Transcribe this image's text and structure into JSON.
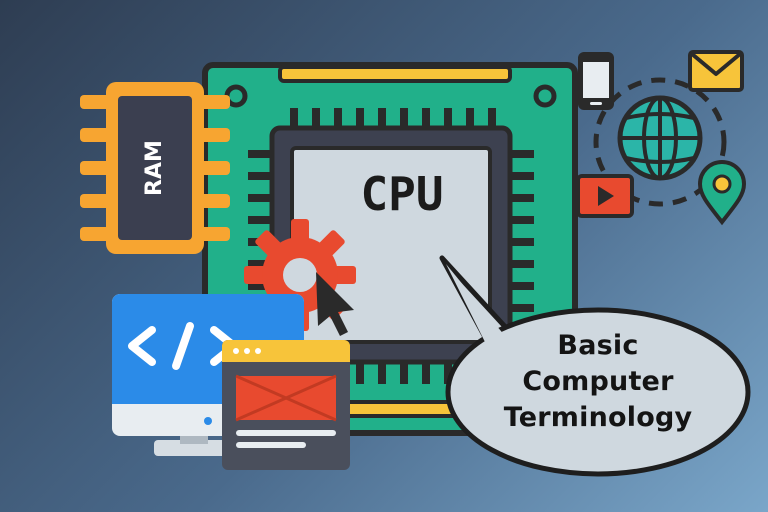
{
  "labels": {
    "ram": "RAM",
    "cpu": "CPU",
    "bubble_lines": [
      "Basic",
      "Computer",
      "Terminology"
    ]
  },
  "icons": [
    "ram-chip-icon",
    "cpu-chip-icon",
    "gear-icon",
    "cursor-arrow-icon",
    "desktop-monitor-icon",
    "code-brackets-icon",
    "browser-window-icon",
    "smartphone-icon",
    "envelope-icon",
    "globe-icon",
    "video-play-icon",
    "location-pin-icon"
  ],
  "colors": {
    "board_green": "#21b08a",
    "ram_orange": "#f7a531",
    "gear_red": "#e84a2f",
    "monitor_blue": "#2b8be8",
    "browser_yellow": "#f7c43a",
    "globe_teal": "#2bb5a8"
  }
}
